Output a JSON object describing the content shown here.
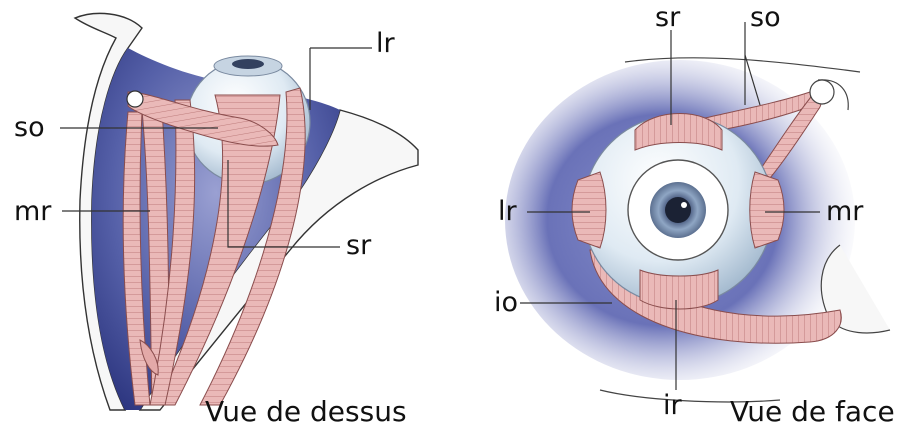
{
  "top_view": {
    "caption": "Vue de dessus",
    "labels": {
      "lr": "lr",
      "so": "so",
      "mr": "mr",
      "sr": "sr"
    }
  },
  "front_view": {
    "caption": "Vue de face",
    "labels": {
      "sr": "sr",
      "so": "so",
      "lr": "lr",
      "mr": "mr",
      "io": "io",
      "ir": "ir"
    }
  },
  "colors": {
    "orbit_blue": "#3b4590",
    "muscle_pink": "#e9b5b5",
    "muscle_line": "#b06a6a",
    "eyeball": "#dde9f2",
    "outline": "#333333"
  }
}
